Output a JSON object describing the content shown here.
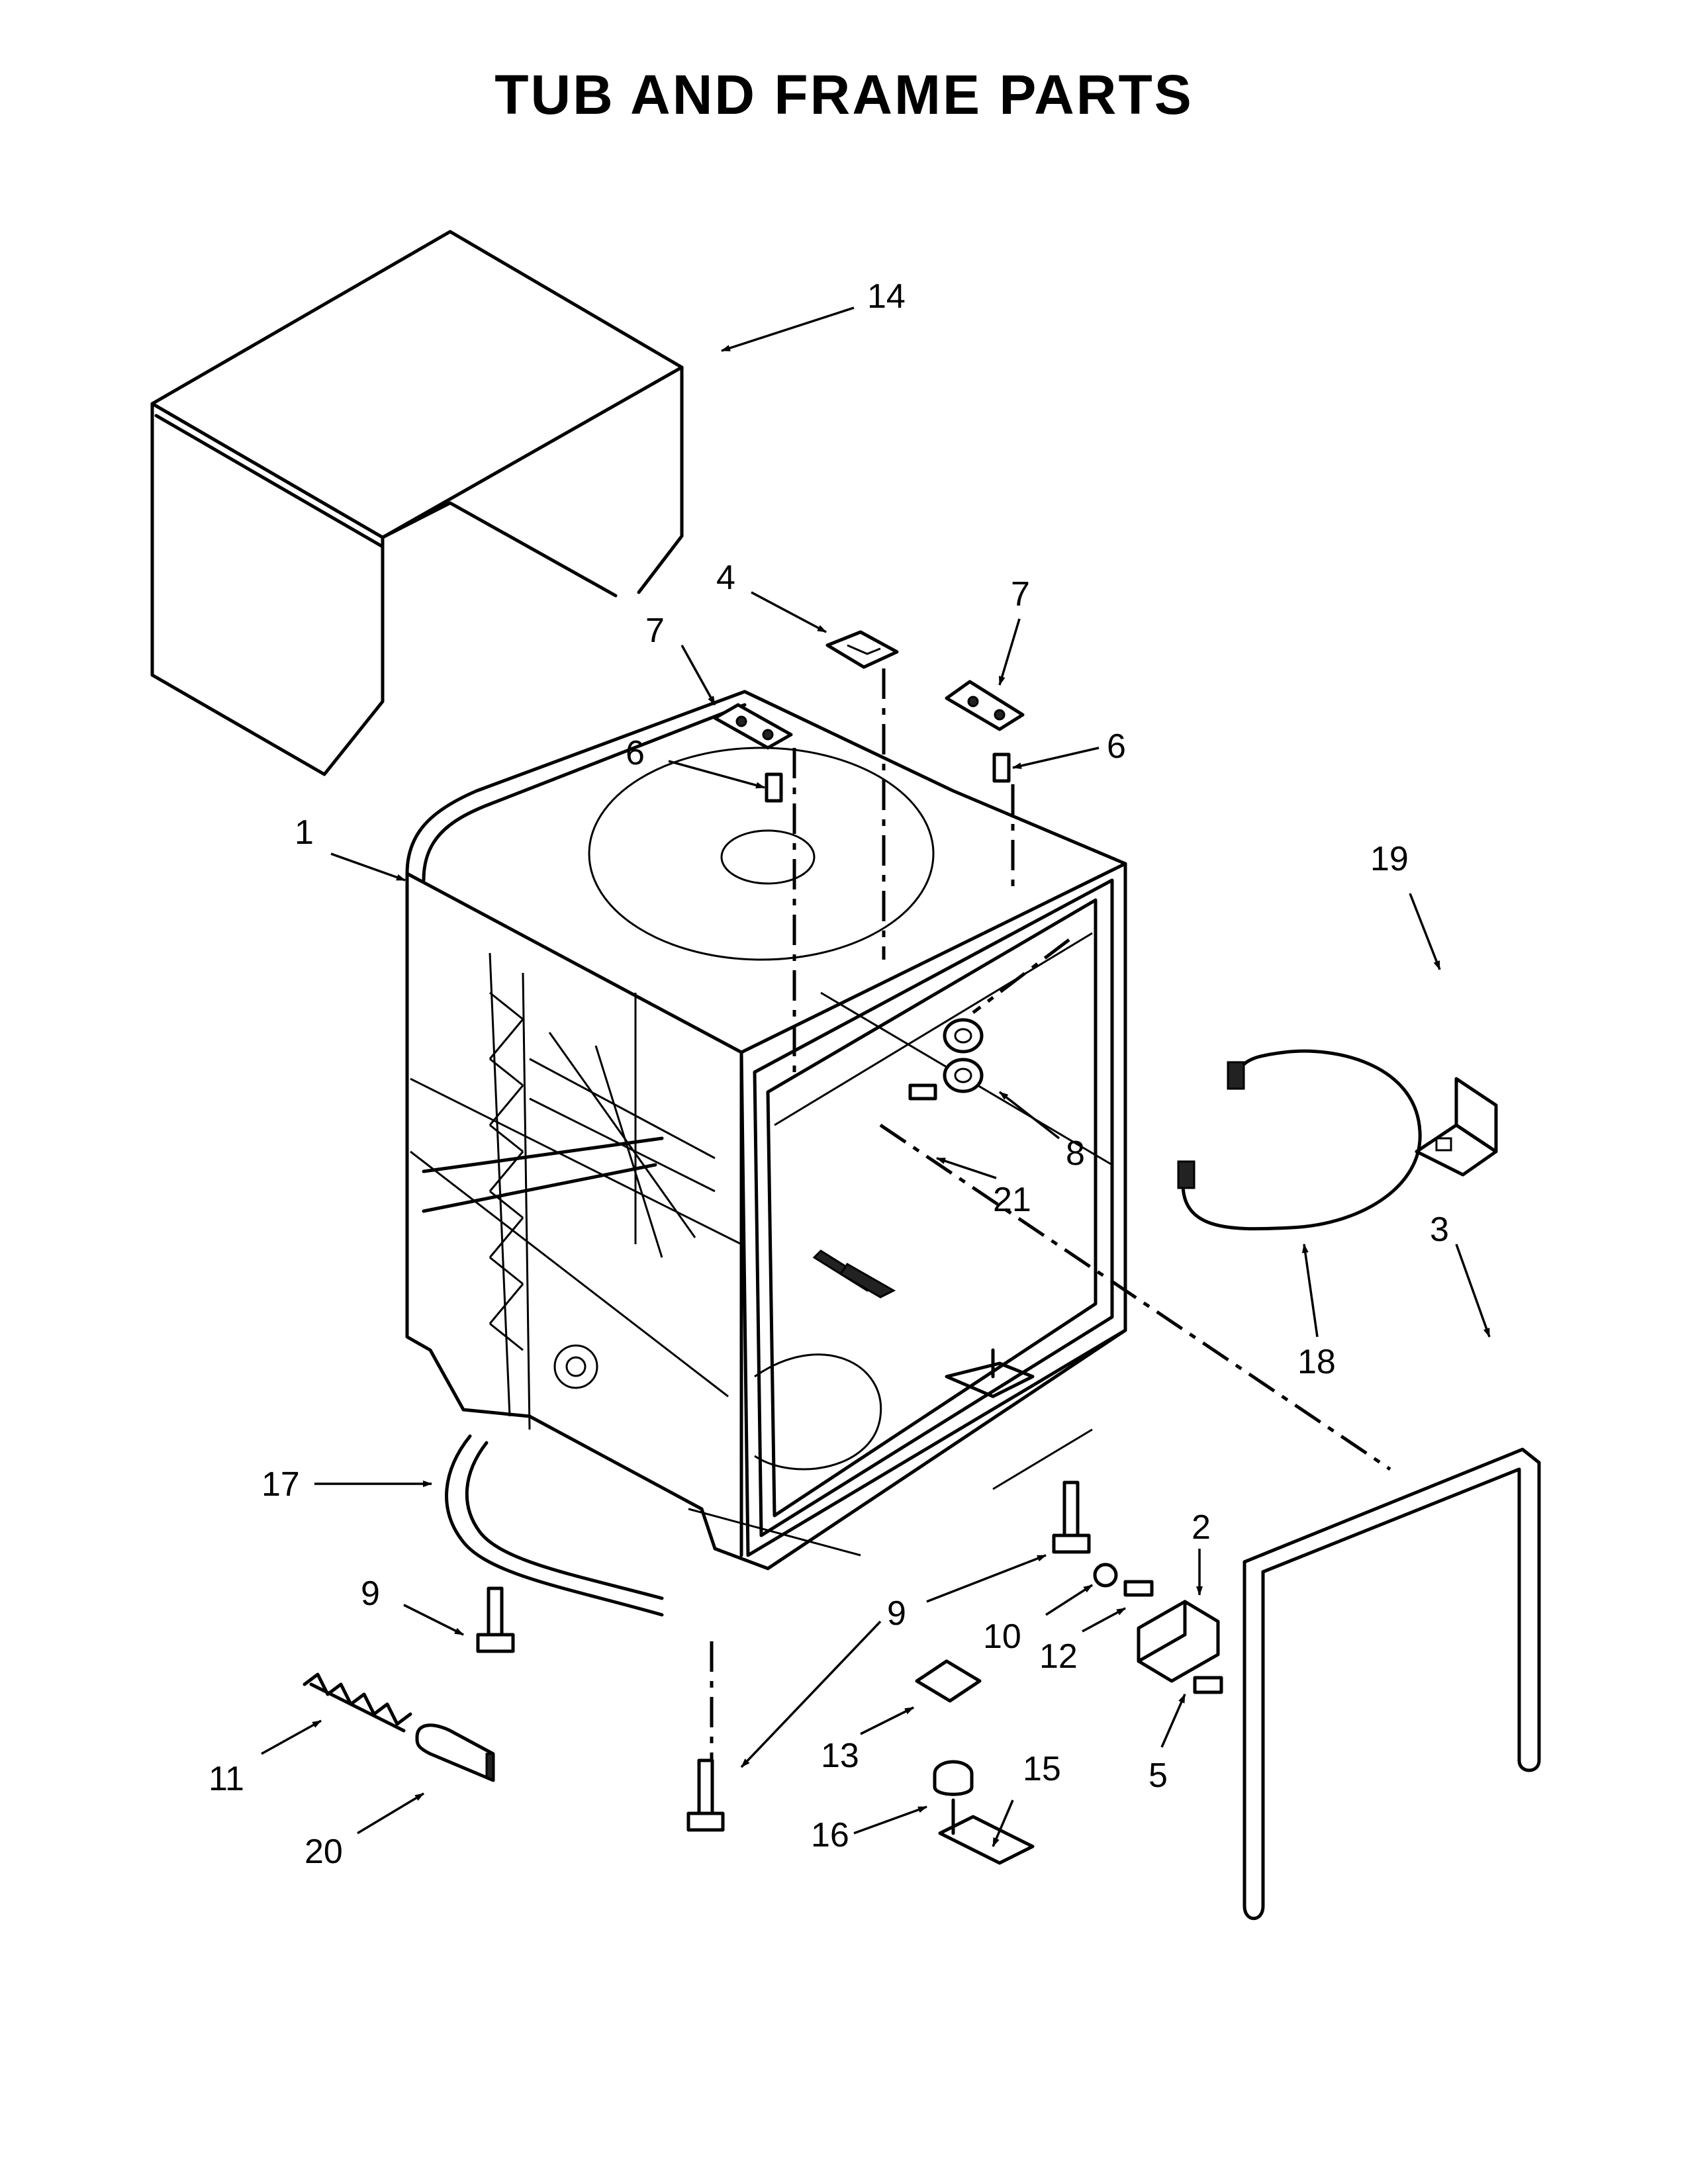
{
  "title": "TUB AND FRAME PARTS",
  "callouts": [
    "1",
    "2",
    "3",
    "4",
    "5",
    "6",
    "6",
    "7",
    "7",
    "8",
    "9",
    "9",
    "10",
    "11",
    "12",
    "13",
    "14",
    "15",
    "16",
    "17",
    "18",
    "19",
    "20",
    "21"
  ]
}
